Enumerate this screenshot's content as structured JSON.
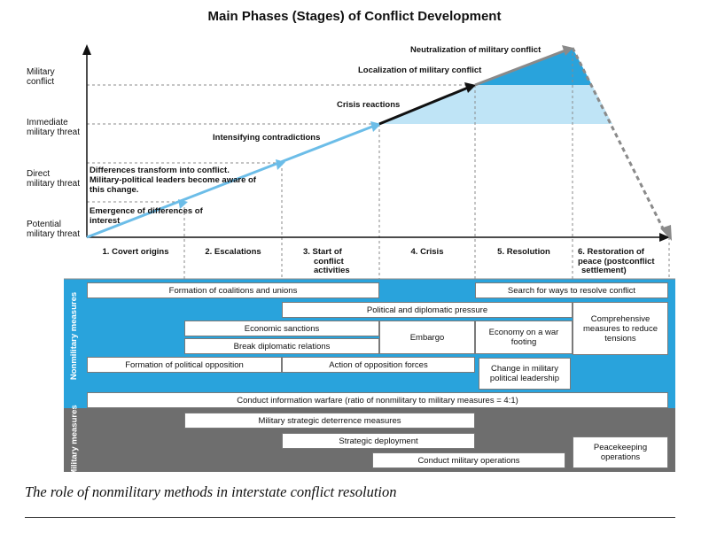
{
  "title": "Main Phases (Stages) of Conflict Development",
  "threat_levels": [
    "Potential military threat",
    "Direct military threat",
    "Immediate military threat",
    "Military conflict"
  ],
  "threat_levels_display": [
    [
      "Potential",
      "military threat"
    ],
    [
      "Direct",
      "military threat"
    ],
    [
      "Immediate",
      "military threat"
    ],
    [
      "Military",
      "conflict"
    ]
  ],
  "curve_annotations": {
    "emergence": "Emergence of differences of interest",
    "transform": "Differences transform into conflict. Military-political leaders become aware of this change.",
    "intensifying": "Intensifying contradictions",
    "crisis_reactions": "Crisis reactions",
    "localization": "Localization of military conflict",
    "neutralization": "Neutralization of military conflict"
  },
  "phases": [
    "1. Covert origins",
    "2. Escalations",
    "3. Start of conflict activities",
    "4. Crisis",
    "5. Resolution",
    "6. Restoration of peace (postconflict settlement)"
  ],
  "phases_display": [
    [
      "1. Covert origins"
    ],
    [
      "2. Escalations"
    ],
    [
      "3. Start of",
      "conflict",
      "activities"
    ],
    [
      "4. Crisis"
    ],
    [
      "5. Resolution"
    ],
    [
      "6. Restoration of",
      "peace (postconflict",
      "settlement)"
    ]
  ],
  "nonmilitary": {
    "label": "Nonmilitary measures",
    "coalitions": "Formation of coalitions and unions",
    "search_ways": "Search for ways to resolve conflict",
    "political_pressure": "Political and diplomatic pressure",
    "comprehensive": "Comprehensive measures to reduce tensions",
    "economic_sanctions": "Economic sanctions",
    "break_relations": "Break diplomatic relations",
    "embargo": "Embargo",
    "war_footing": "Economy on a war footing",
    "political_opposition": "Formation of political opposition",
    "opposition_forces": "Action of opposition forces",
    "leadership_change": "Change in military political leadership",
    "info_warfare": "Conduct information warfare (ratio of nonmilitary to military measures = 4:1)"
  },
  "military": {
    "label": "Military measures",
    "deterrence": "Military strategic deterrence measures",
    "deployment": "Strategic deployment",
    "operations": "Conduct military operations",
    "peacekeeping": "Peacekeeping operations"
  },
  "caption": "The role of nonmilitary methods in interstate conflict resolution",
  "colors": {
    "blue": "#29a3dc",
    "light_blue": "#bfe4f6",
    "arrow_light": "#6cbde8",
    "gray": "#6e6e6e"
  }
}
